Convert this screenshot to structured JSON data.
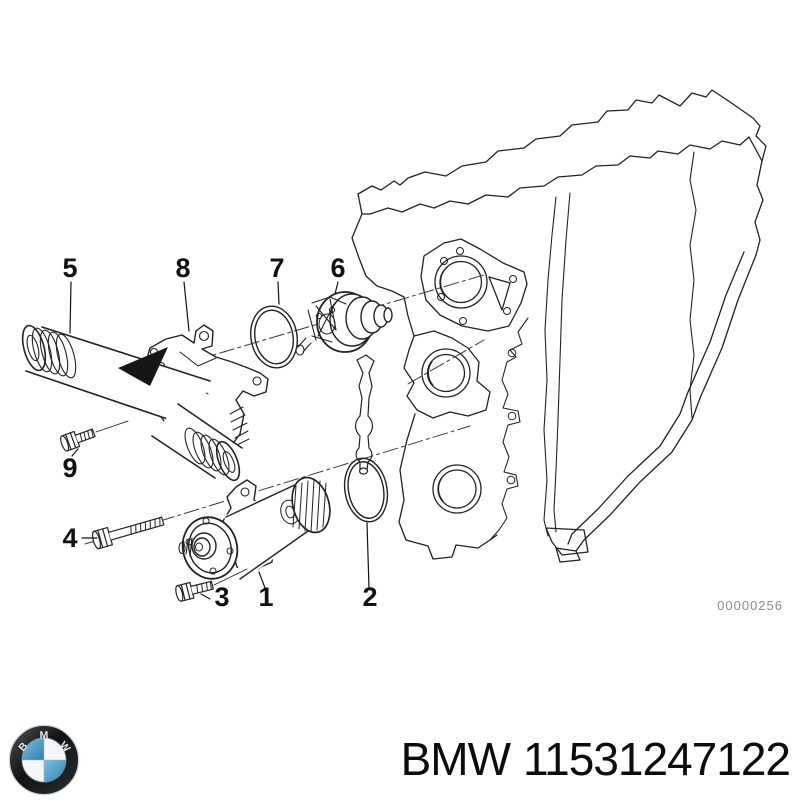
{
  "diagram": {
    "drawing_number": "00000256",
    "callouts": [
      {
        "label": "5"
      },
      {
        "label": "8"
      },
      {
        "label": "7"
      },
      {
        "label": "6"
      },
      {
        "label": "9"
      },
      {
        "label": "4"
      },
      {
        "label": "3"
      },
      {
        "label": "1"
      },
      {
        "label": "2"
      }
    ]
  },
  "footer": {
    "brand": "BMW",
    "part_number": "11531247122",
    "logo": {
      "letters": [
        "B",
        "M",
        "W"
      ]
    }
  },
  "colors": {
    "line_art": "#222222",
    "callout_text": "#111111",
    "drawing_number": "#8c8c8c",
    "footer_text": "#0c0c0c",
    "bmw_blue": "#3d93c8",
    "logo_ring": "#141414"
  }
}
